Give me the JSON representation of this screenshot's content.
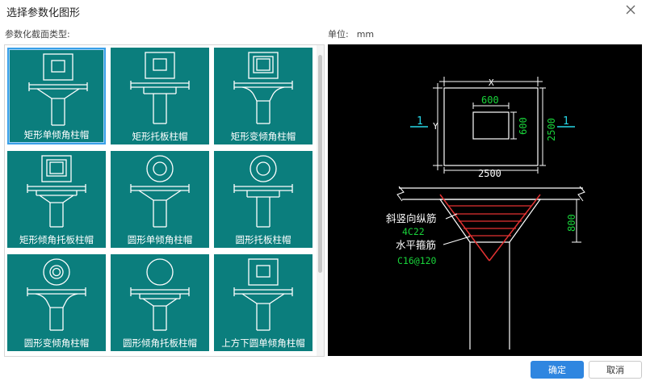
{
  "window": {
    "title": "选择参数化图形"
  },
  "labels": {
    "section": "参数化截面类型:",
    "unit_label": "单位:",
    "unit_value": "mm"
  },
  "tiles": [
    {
      "label": "矩形单倾角柱帽",
      "selected": true
    },
    {
      "label": "矩形托板柱帽",
      "selected": false
    },
    {
      "label": "矩形变倾角柱帽",
      "selected": false
    },
    {
      "label": "矩形倾角托板柱帽",
      "selected": false
    },
    {
      "label": "圆形单倾角柱帽",
      "selected": false
    },
    {
      "label": "圆形托板柱帽",
      "selected": false
    },
    {
      "label": "圆形变倾角柱帽",
      "selected": false
    },
    {
      "label": "圆形倾角托板柱帽",
      "selected": false
    },
    {
      "label": "上方下圆单倾角柱帽",
      "selected": false
    }
  ],
  "preview": {
    "dim_x": "X",
    "dim_y": "Y",
    "dim_inner_w": "600",
    "dim_inner_h": "600",
    "dim_outer_h": "2500",
    "dim_outer_w": "2500",
    "section_left": "1",
    "section_right": "1",
    "dim_drop": "800",
    "label_slant_rebar": "斜竖向纵筋",
    "value_slant_rebar": "4C22",
    "label_horiz_stirrup": "水平箍筋",
    "value_horiz_stirrup": "C16@120"
  },
  "buttons": {
    "ok": "确定",
    "cancel": "取消"
  },
  "colors": {
    "tile_bg": "#0b7e7d",
    "selected_border": "#3aa0e8",
    "primary": "#2f86e0",
    "cad_green": "#19d43a",
    "cad_cyan": "#27d7e6",
    "cad_red": "#e23232"
  }
}
